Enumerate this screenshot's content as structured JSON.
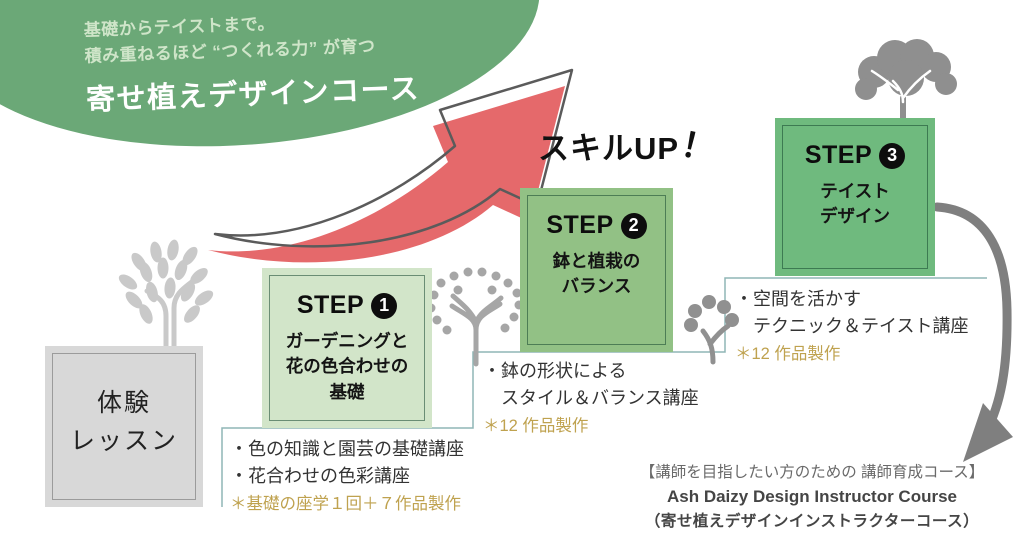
{
  "blob": {
    "tagline1": "基礎からテイストまで。",
    "tagline2": "積み重ねるほど “つくれる力” が育つ",
    "title": "寄せ植えデザインコース"
  },
  "skill_up": {
    "text": "スキルUP",
    "bang": "！"
  },
  "trial": {
    "lines": [
      "体験",
      "レッスン"
    ]
  },
  "steps": [
    {
      "label": "STEP",
      "number": "1",
      "title_lines": [
        "ガーデニングと",
        "花の色合わせの",
        "基礎"
      ],
      "bullets": [
        "・色の知識と園芸の基礎講座",
        "・花合わせの色彩講座"
      ],
      "note": "＊基礎の座学１回＋７作品製作"
    },
    {
      "label": "STEP",
      "number": "2",
      "title_lines": [
        "鉢と植栽の",
        "バランス"
      ],
      "bullets": [
        "・鉢の形状による",
        "　スタイル＆バランス講座"
      ],
      "note": "＊12 作品製作"
    },
    {
      "label": "STEP",
      "number": "3",
      "title_lines": [
        "テイスト",
        "デザイン"
      ],
      "bullets": [
        "・空間を活かす",
        "　テクニック＆テイスト講座"
      ],
      "note": "＊12 作品製作"
    }
  ],
  "footer": {
    "line1": "【講師を目指したい方のための 講師育成コース】",
    "line2": "Ash Daizy Design Instructor Course",
    "line3": "（寄せ植えデザインインストラクターコース）"
  },
  "icons": {
    "growth_arrow": "red swoosh arrow with gray offset outline pointing up-right",
    "curved_arrow": "gray arc arrow curving down to footer",
    "trees": "stylized gray trees (oval-leaf, dot-leaf, blob-leaf)"
  },
  "colors": {
    "blob_green": "#6ba877",
    "step1_fill": "#d2e5c9",
    "step2_fill": "#92c185",
    "step3_fill": "#6fba7e",
    "trial_fill": "#d8d8d8",
    "arrow_red": "#e5696b",
    "outline_gray": "#5b5b5b",
    "stair_line": "#8fb5b6",
    "note_gold": "#bfa24f"
  }
}
